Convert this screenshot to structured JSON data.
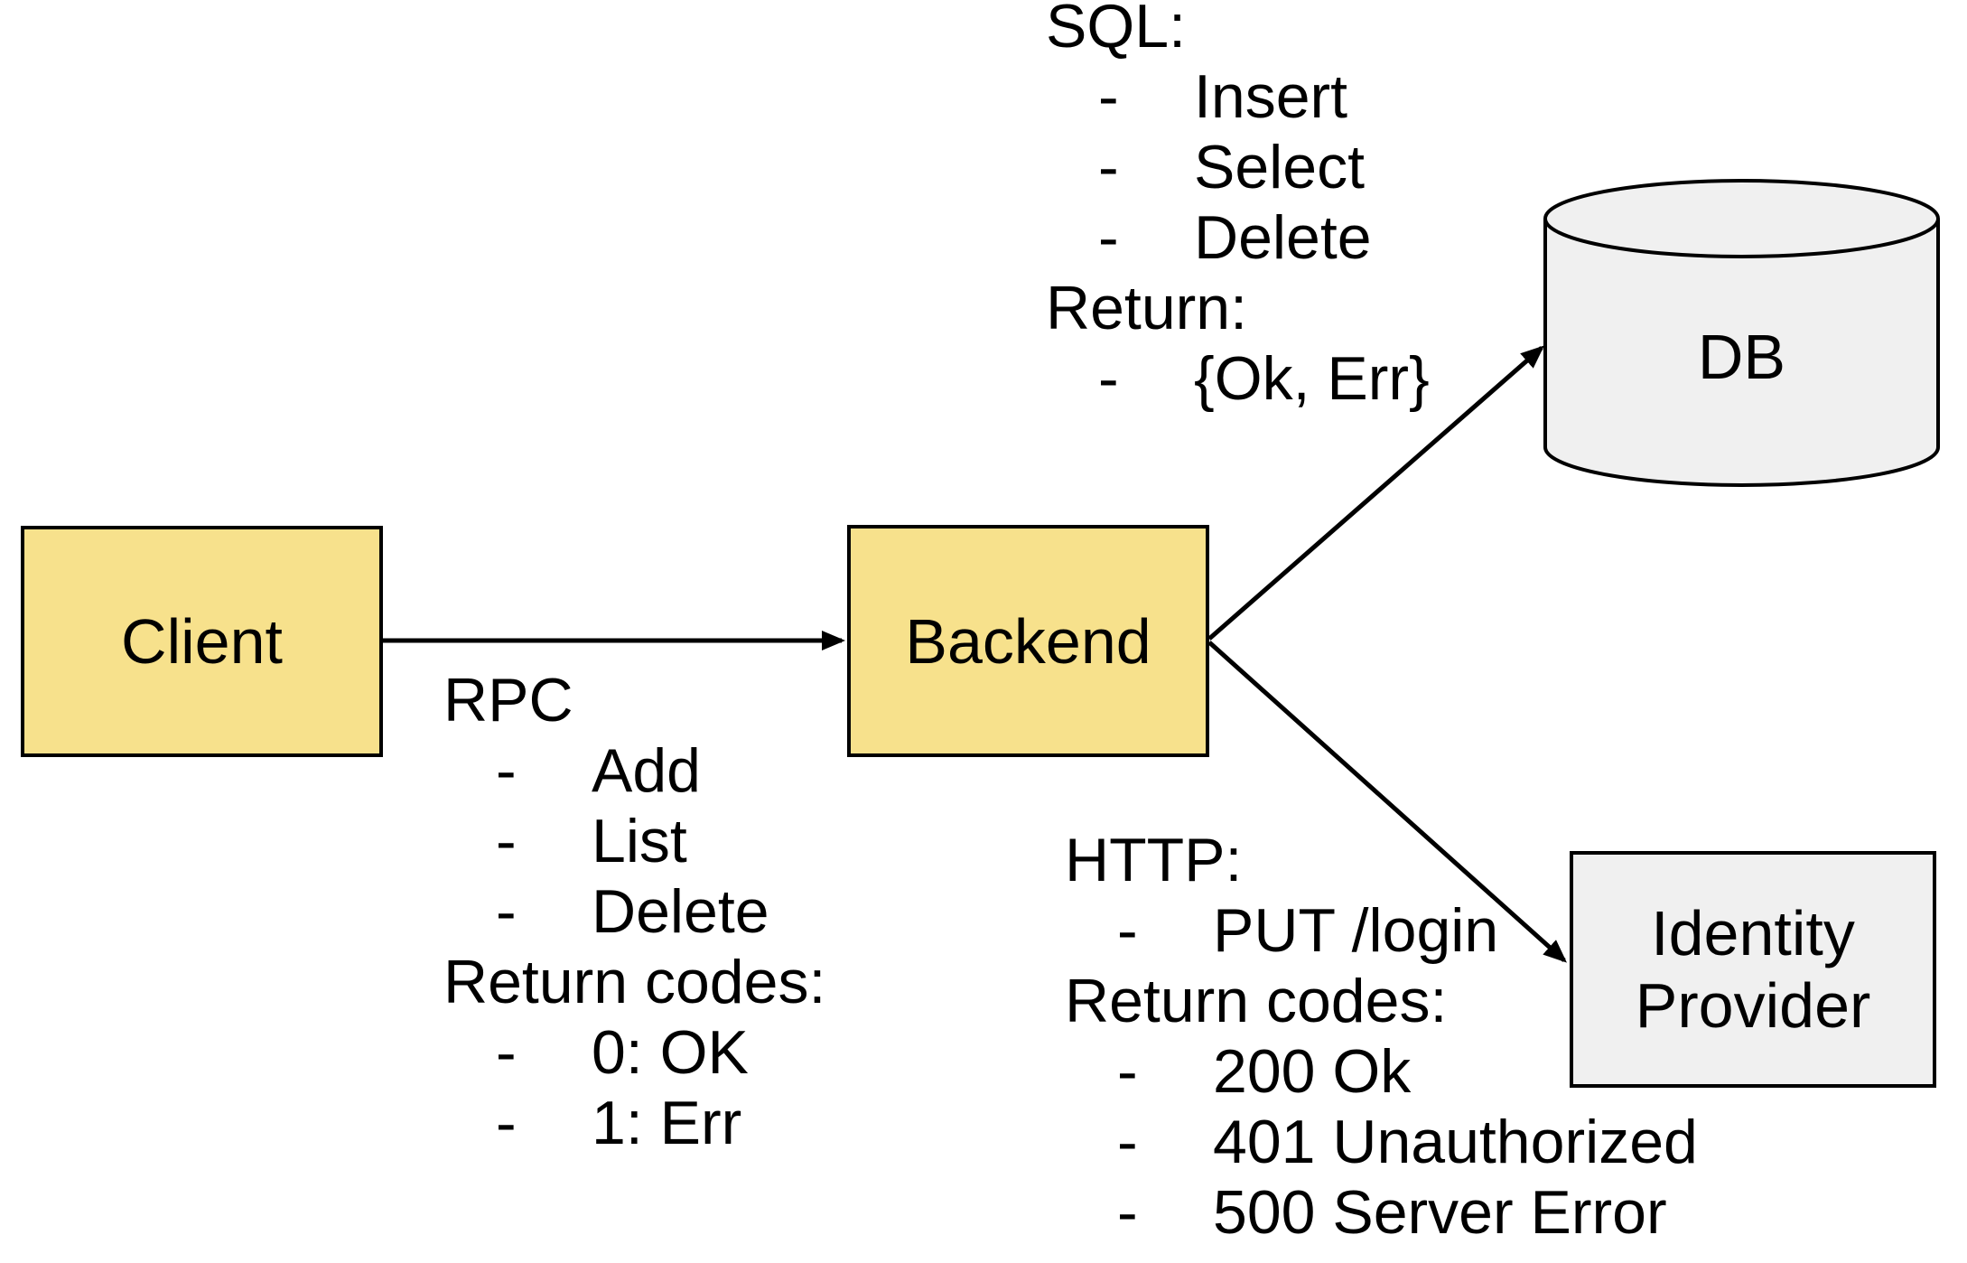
{
  "diagram": {
    "background": "#ffffff",
    "stroke_color": "#000000",
    "service_fill": "#f7e18c",
    "datastore_fill": "#f0f0f0",
    "bullet": "-",
    "nodes": {
      "client": {
        "label": "Client"
      },
      "backend": {
        "label": "Backend"
      },
      "db": {
        "label": "DB"
      },
      "identity_provider": {
        "line1": "Identity",
        "line2": "Provider"
      }
    },
    "annotations": {
      "rpc": {
        "heading": "RPC",
        "items": [
          "Add",
          "List",
          "Delete"
        ],
        "subheading": "Return codes:",
        "subitems": [
          "0: OK",
          "1: Err"
        ]
      },
      "sql": {
        "heading": "SQL:",
        "items": [
          "Insert",
          "Select",
          "Delete"
        ],
        "subheading": "Return:",
        "subitems": [
          "{Ok, Err}"
        ]
      },
      "http": {
        "heading": "HTTP:",
        "items": [
          "PUT /login"
        ],
        "subheading": "Return codes:",
        "subitems": [
          "200 Ok",
          "401 Unauthorized",
          "500 Server Error"
        ]
      }
    }
  }
}
